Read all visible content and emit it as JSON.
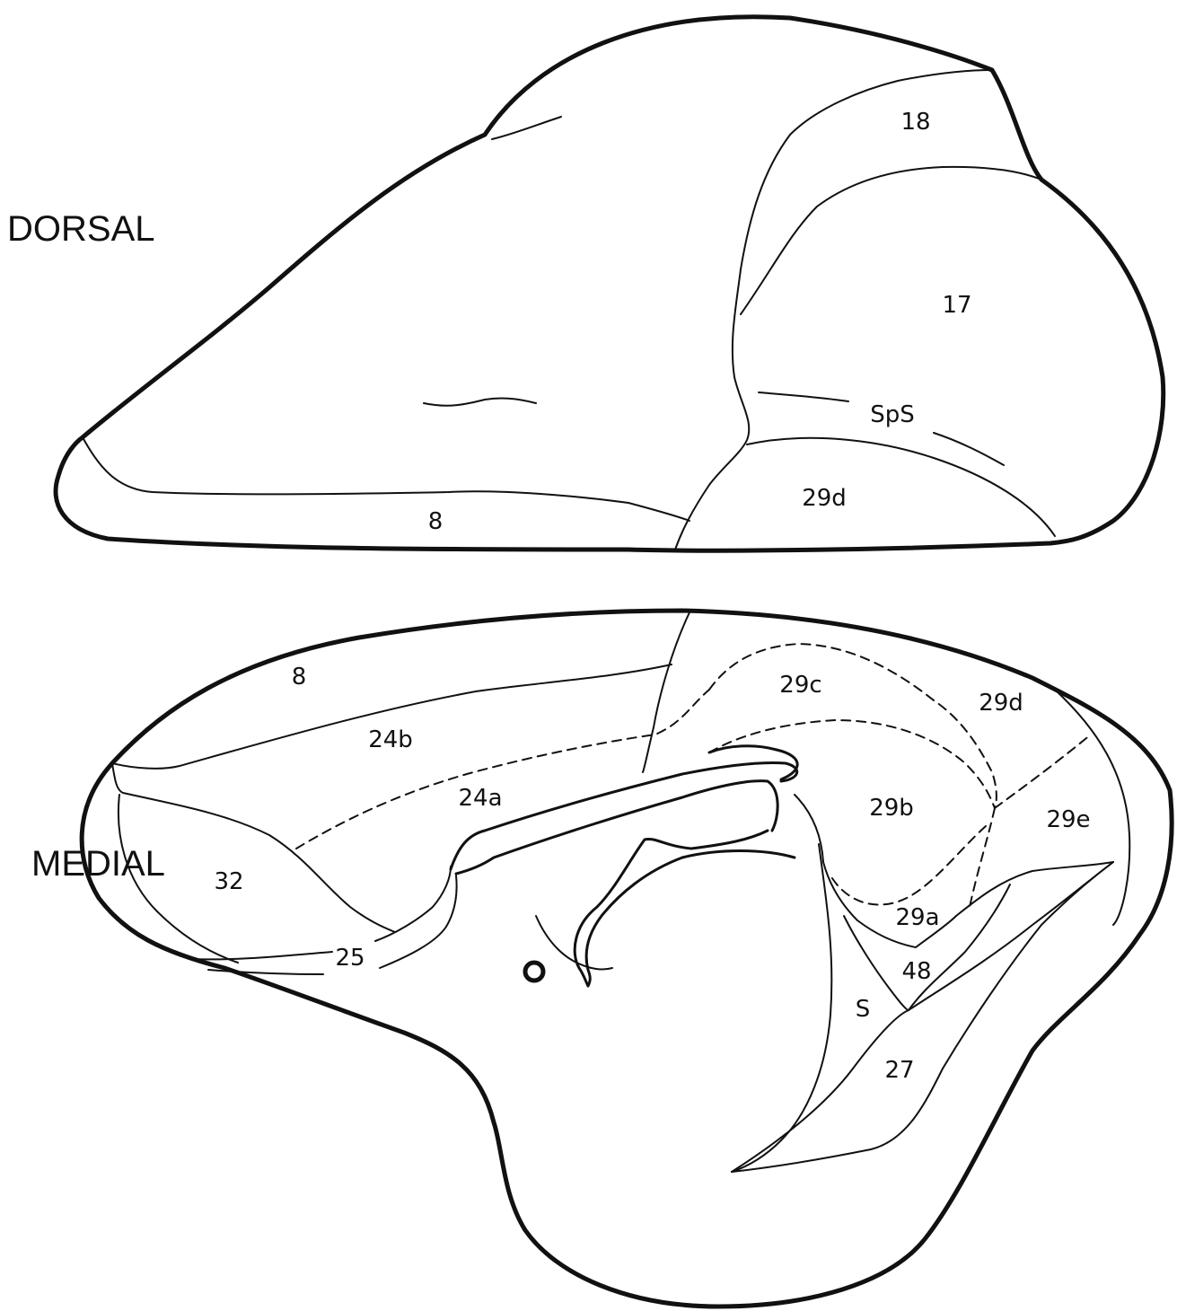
{
  "views": {
    "dorsal": "DORSAL",
    "medial": "MEDIAL"
  },
  "dorsal_areas": {
    "a18": "18",
    "a17": "17",
    "sps": "SpS",
    "a29d": "29d",
    "a8": "8"
  },
  "medial_areas": {
    "a8": "8",
    "a24b": "24b",
    "a24a": "24a",
    "a32": "32",
    "a25": "25",
    "a29c": "29c",
    "a29d": "29d",
    "a29b": "29b",
    "a29e": "29e",
    "a29a": "29a",
    "a48": "48",
    "s": "S",
    "a27": "27"
  }
}
